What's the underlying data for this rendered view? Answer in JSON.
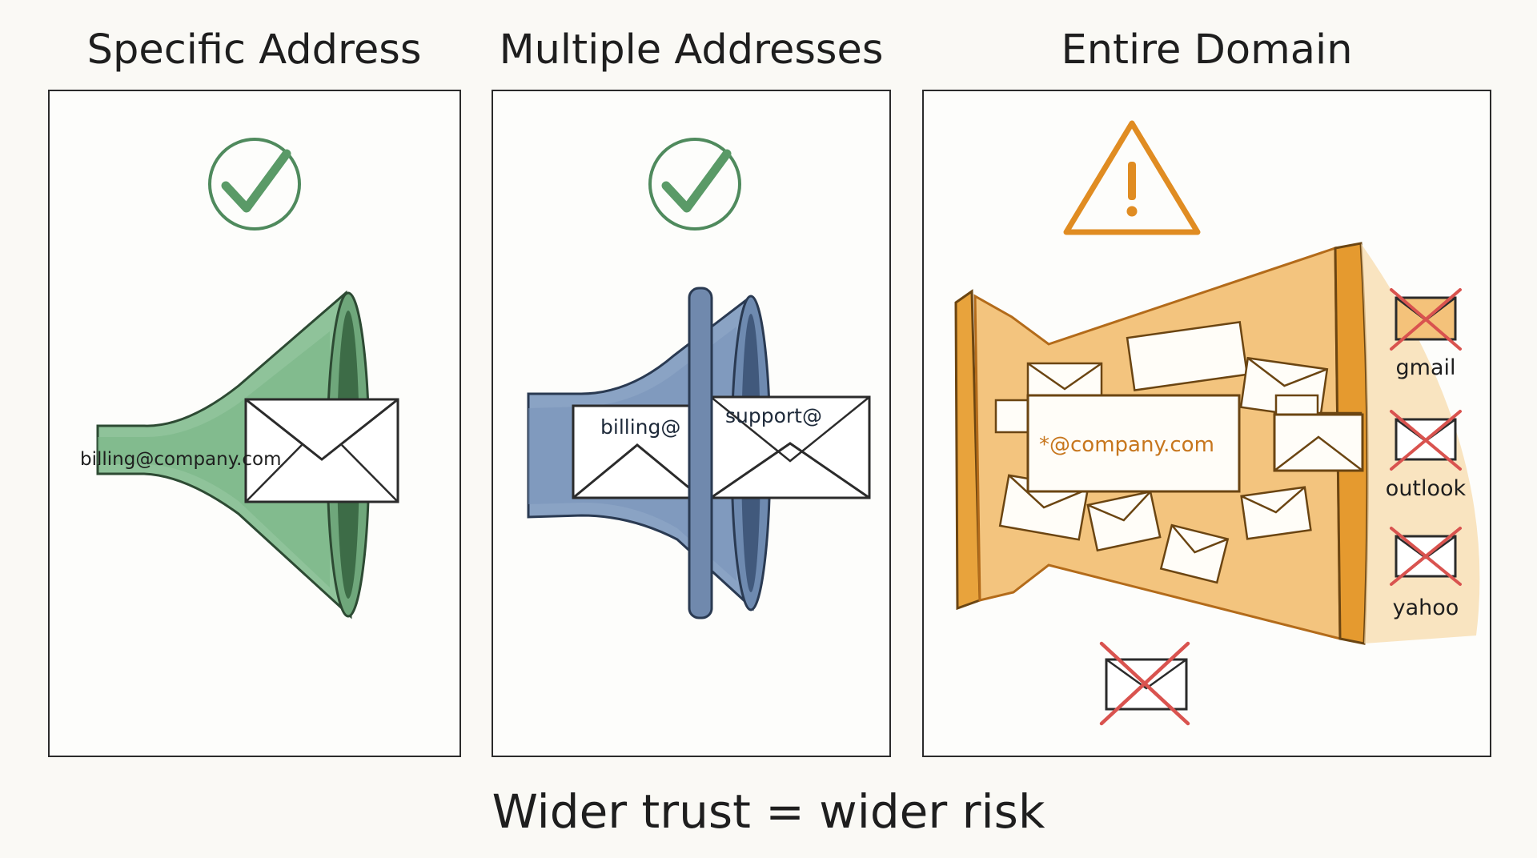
{
  "panels": [
    {
      "heading": "Specific Address",
      "status_icon": "check-circle-icon",
      "accent": "#5a9a67",
      "labels": [
        "billing@company.com"
      ]
    },
    {
      "heading": "Multiple Addresses",
      "status_icon": "check-circle-icon",
      "accent": "#5b7aa3",
      "labels": [
        "billing@",
        "support@"
      ]
    },
    {
      "heading": "Entire Domain",
      "status_icon": "warning-triangle-icon",
      "accent": "#e59a2f",
      "labels": [
        "*@company.com"
      ],
      "blocked_providers": [
        "gmail",
        "outlook",
        "yahoo"
      ]
    }
  ],
  "caption": "Wider trust = wider risk"
}
